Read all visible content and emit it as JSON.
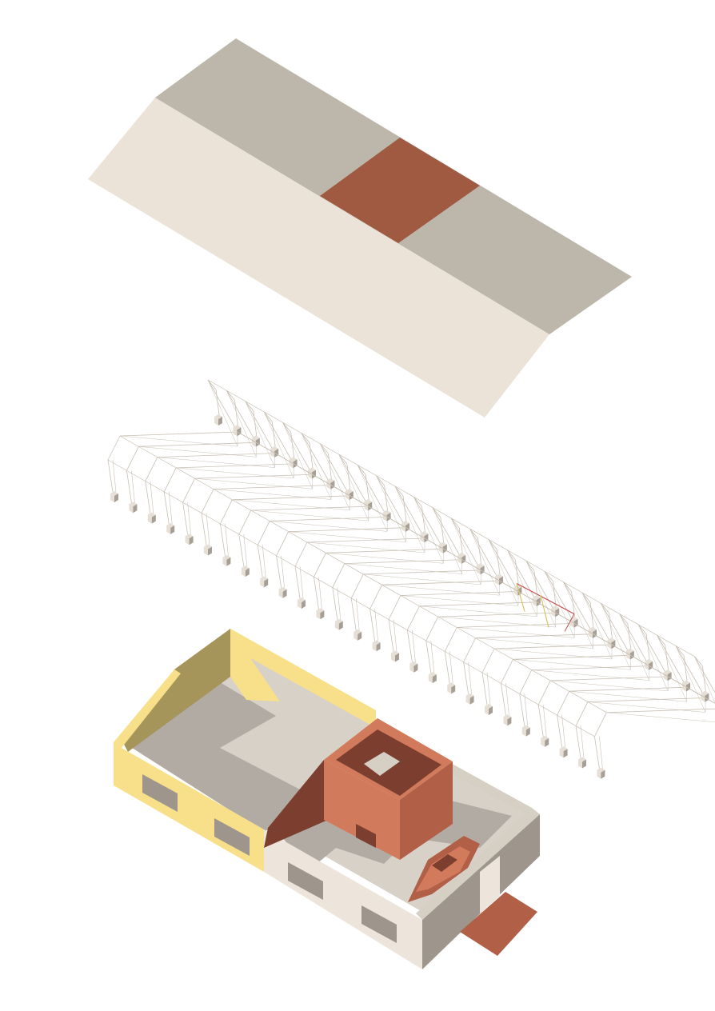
{
  "diagram": {
    "type": "exploded-axonometric",
    "layers": [
      {
        "id": "roof",
        "label": ""
      },
      {
        "id": "truss-frame",
        "label": ""
      },
      {
        "id": "walls-and-floor",
        "label": ""
      }
    ]
  },
  "colors": {
    "roof_left": "#ebe2d8",
    "roof_right": "#bdb7ab",
    "roof_accent": "#a05a42",
    "truss_line": "#c8c0b4",
    "truss_accent_red": "#c0504d",
    "truss_accent_yellow": "#d8c36a",
    "footing_light": "#e6dfd6",
    "footing_dark": "#a79f95",
    "floor": "#d8d1c8",
    "floor_shadow": "#b2aba3",
    "yellow_light": "#f8e08a",
    "yellow_dark": "#a5955a",
    "white_light": "#ede5db",
    "white_mid": "#d6cfc4",
    "white_dark": "#9e968c",
    "red_light": "#d27a5c",
    "red_mid": "#b15f47",
    "red_dark": "#7c3f2f"
  }
}
